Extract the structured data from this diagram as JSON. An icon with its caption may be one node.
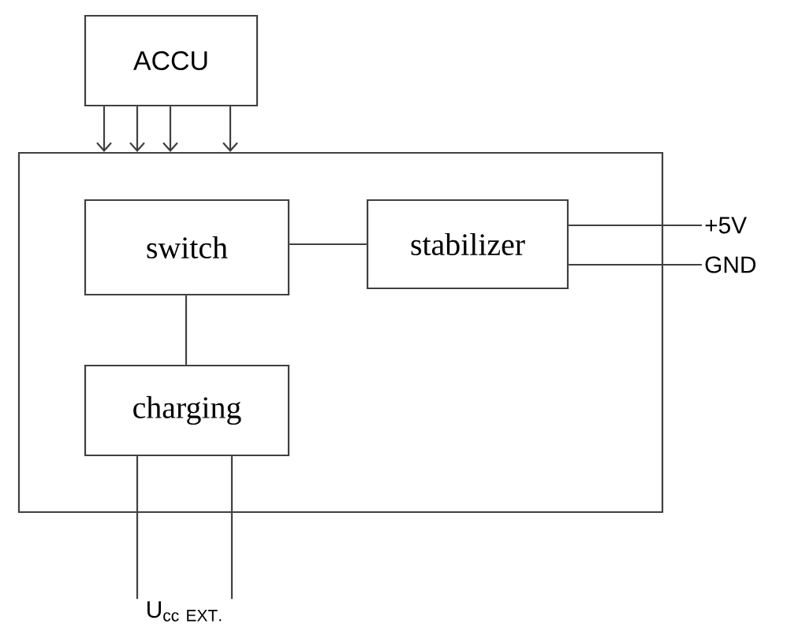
{
  "diagram": {
    "nodes": [
      {
        "text": [
          "ACCU"
        ]
      },
      {
        "text": [],
        "shape": "box"
      },
      {
        "text": [
          "switch"
        ],
        "in": 1
      },
      {
        "text": [
          "stabilizer"
        ],
        "in": 1
      },
      {
        "text": [
          "charging"
        ],
        "in": 1
      },
      {
        "text": [
          "+5V"
        ]
      },
      {
        "text": [
          "GND"
        ]
      },
      {
        "text": [
          "\\mathsf{U}_{\\mathsf{cc\\ EXT.}}"
        ]
      }
    ],
    "edges": [
      {
        "from": 0,
        "to": 1,
        "arrow": "to"
      },
      {
        "from": 0,
        "to": 1,
        "arrow": "to"
      },
      {
        "from": 0,
        "to": 1,
        "arrow": "to"
      },
      {
        "from": 0,
        "to": 1,
        "arrow": "to"
      },
      {
        "from": 2,
        "to": 3,
        "arrow": "none"
      },
      {
        "from": 2,
        "to": 4,
        "arrow": "none"
      },
      {
        "from": 3,
        "to": 5,
        "arrow": "none"
      },
      {
        "from": 3,
        "to": 6,
        "arrow": "none"
      },
      {
        "from": 4,
        "to": 7,
        "arrow": "none"
      },
      {
        "from": 4,
        "to": 7,
        "arrow": "none"
      }
    ]
  }
}
